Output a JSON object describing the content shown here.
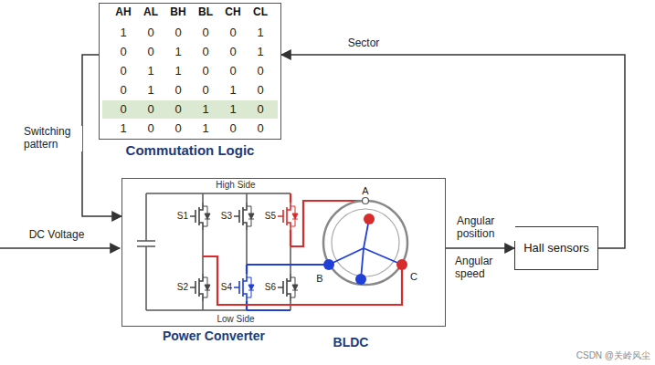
{
  "diagram": {
    "nodes": [
      {
        "text": [
          "Commutation Logic"
        ]
      },
      {
        "text": [
          "Power Converter",
          "BLDC"
        ]
      },
      {
        "text": [
          "Hall sensors"
        ]
      }
    ],
    "edges": [
      {
        "from": 2,
        "to": 0,
        "arrow": "to",
        "label": "Sector"
      },
      {
        "from": 0,
        "to": 1,
        "arrow": "to",
        "label": "Switching pattern"
      },
      {
        "from": 1,
        "to": 2,
        "arrow": "to",
        "label": "Angular position"
      }
    ],
    "labels": [
      "AH",
      "AL",
      "BH",
      "BL",
      "CH",
      "CL",
      "1",
      "0",
      "0",
      "0",
      "0",
      "1",
      "0",
      "0",
      "1",
      "0",
      "0",
      "1",
      "0",
      "1",
      "1",
      "0",
      "0",
      "0",
      "0",
      "1",
      "0",
      "0",
      "1",
      "0",
      "0",
      "0",
      "0",
      "1",
      "1",
      "0",
      "1",
      "0",
      "0",
      "1",
      "0",
      "0",
      "High Side",
      "Low Side",
      "S1",
      "S2",
      "S3",
      "S4",
      "S5",
      "S6",
      "A",
      "B",
      "C",
      "DC Voltage",
      "Angular speed",
      "CSDN @关岭风尘"
    ]
  }
}
